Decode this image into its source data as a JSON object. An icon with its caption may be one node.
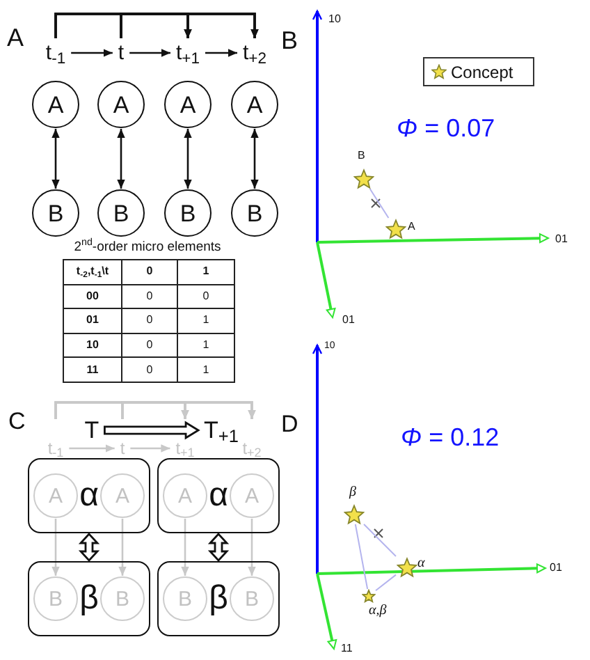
{
  "diagram": {
    "nodes": [
      {
        "text": [
          "t$_{-1}$"
        ]
      },
      {
        "text": [
          "t"
        ]
      },
      {
        "text": [
          "t$_{+1}$"
        ]
      },
      {
        "text": [
          "t$_{+2}$"
        ]
      },
      {
        "text": [
          "A"
        ]
      },
      {
        "text": [
          "A"
        ]
      },
      {
        "text": [
          "A"
        ]
      },
      {
        "text": [
          "A"
        ]
      },
      {
        "text": [
          "B"
        ]
      },
      {
        "text": [
          "B"
        ]
      },
      {
        "text": [
          "B"
        ]
      },
      {
        "text": [
          "B"
        ]
      },
      {
        "text": [
          "t$_{-1}$"
        ]
      },
      {
        "text": [
          "t"
        ]
      },
      {
        "text": [
          "t$_{+1}$"
        ]
      },
      {
        "text": [
          "t$_{+2}$"
        ]
      },
      {
        "text": [
          "T"
        ]
      },
      {
        "text": [
          "T$_{+1}$"
        ]
      },
      {
        "text": [
          "α"
        ]
      },
      {
        "text": [
          "A"
        ],
        "in": 18
      },
      {
        "text": [
          "A"
        ],
        "in": 18
      },
      {
        "text": [
          "α"
        ]
      },
      {
        "text": [
          "A"
        ],
        "in": 21
      },
      {
        "text": [
          "A"
        ],
        "in": 21
      },
      {
        "text": [
          "β"
        ]
      },
      {
        "text": [
          "B"
        ],
        "in": 24
      },
      {
        "text": [
          "B"
        ],
        "in": 24
      },
      {
        "text": [
          "β"
        ]
      },
      {
        "text": [
          "B"
        ],
        "in": 27
      },
      {
        "text": [
          "B"
        ],
        "in": 27
      },
      {
        "text": [],
        "shape": "star",
        "beside": [
          "B"
        ]
      },
      {
        "text": [],
        "shape": "star",
        "beside": [
          "A"
        ]
      },
      {
        "text": [],
        "shape": "star",
        "beside": [
          "β"
        ]
      },
      {
        "text": [],
        "shape": "star",
        "beside": [
          "α"
        ]
      },
      {
        "text": [],
        "shape": "star",
        "beside": [
          "α,β"
        ]
      }
    ],
    "edges": [
      {
        "from": 0,
        "to": 1,
        "arrow": "to"
      },
      {
        "from": 1,
        "to": 2,
        "arrow": "to"
      },
      {
        "from": 2,
        "to": 3,
        "arrow": "to"
      },
      {
        "from": 0,
        "to": 2,
        "arrow": "to"
      },
      {
        "from": 0,
        "to": 3,
        "arrow": "to"
      },
      {
        "from": 1,
        "to": 2,
        "arrow": "to"
      },
      {
        "from": 1,
        "to": 3,
        "arrow": "to"
      },
      {
        "from": 4,
        "to": 8,
        "arrow": "both"
      },
      {
        "from": 5,
        "to": 9,
        "arrow": "both"
      },
      {
        "from": 6,
        "to": 10,
        "arrow": "both"
      },
      {
        "from": 7,
        "to": 11,
        "arrow": "both"
      },
      {
        "from": 12,
        "to": 13,
        "arrow": "to",
        "color": "#c8c8c8"
      },
      {
        "from": 13,
        "to": 14,
        "arrow": "to",
        "color": "#c8c8c8"
      },
      {
        "from": 12,
        "to": 14,
        "arrow": "to",
        "color": "#c8c8c8"
      },
      {
        "from": 12,
        "to": 15,
        "arrow": "to",
        "color": "#c8c8c8"
      },
      {
        "from": 13,
        "to": 14,
        "arrow": "to",
        "color": "#c8c8c8"
      },
      {
        "from": 13,
        "to": 15,
        "arrow": "to",
        "color": "#c8c8c8"
      },
      {
        "from": 16,
        "to": 17,
        "arrow": "to",
        "style": "thick"
      },
      {
        "from": 19,
        "to": 25,
        "arrow": "to",
        "color": "#c8c8c8"
      },
      {
        "from": 20,
        "to": 26,
        "arrow": "to",
        "color": "#c8c8c8"
      },
      {
        "from": 22,
        "to": 28,
        "arrow": "to",
        "color": "#c8c8c8"
      },
      {
        "from": 23,
        "to": 29,
        "arrow": "to",
        "color": "#c8c8c8"
      },
      {
        "from": 18,
        "to": 24,
        "arrow": "both",
        "style": "thick"
      },
      {
        "from": 21,
        "to": 27,
        "arrow": "both",
        "style": "thick"
      },
      {
        "from": 30,
        "to": 31,
        "arrow": "none",
        "color": "#b4b4ee"
      },
      {
        "from": 32,
        "to": 33,
        "arrow": "none",
        "color": "#b4b4ee"
      },
      {
        "from": 32,
        "to": 34,
        "arrow": "none",
        "color": "#b4b4ee"
      },
      {
        "from": 34,
        "to": 33,
        "arrow": "none",
        "color": "#b4b4ee"
      }
    ],
    "labels": [
      "A",
      "2$^{nd}$-order micro elements",
      "t$_{-2}$,t$_{-1}$\\t",
      "0",
      "1",
      "00",
      "0",
      "0",
      "01",
      "0",
      "1",
      "10",
      "0",
      "1",
      "11",
      "0",
      "1",
      "B",
      "10",
      "*Φ* = 0.07",
      "01",
      "01",
      "C",
      "D",
      "10",
      "*Φ* = 0.12",
      "01",
      "11"
    ],
    "legend": [
      {
        "text": "Concept"
      }
    ]
  }
}
